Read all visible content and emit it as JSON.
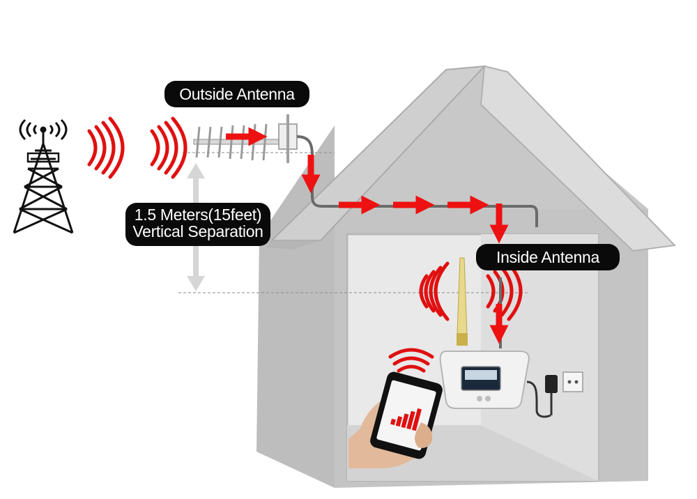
{
  "labels": {
    "outside_antenna": "Outside Antenna",
    "separation_line1": "1.5 Meters(15feet)",
    "separation_line2": "Vertical Separation",
    "inside_antenna": "Inside Antenna"
  },
  "colors": {
    "arrow": "#ee1111",
    "signal_waves": "#e01010",
    "house_wall": "#bcbcbc",
    "house_roof": "#d4d4d4",
    "interior": "#ededed",
    "label_bg": "#0a0a0a",
    "label_text": "#ffffff"
  },
  "icons": {
    "tower": "cell-tower-icon",
    "outdoor_antenna": "yagi-antenna-icon",
    "indoor_antenna": "whip-antenna-icon",
    "repeater": "signal-booster-icon",
    "phone": "smartphone-icon",
    "adapter": "power-adapter-icon",
    "socket": "wall-socket-icon"
  }
}
